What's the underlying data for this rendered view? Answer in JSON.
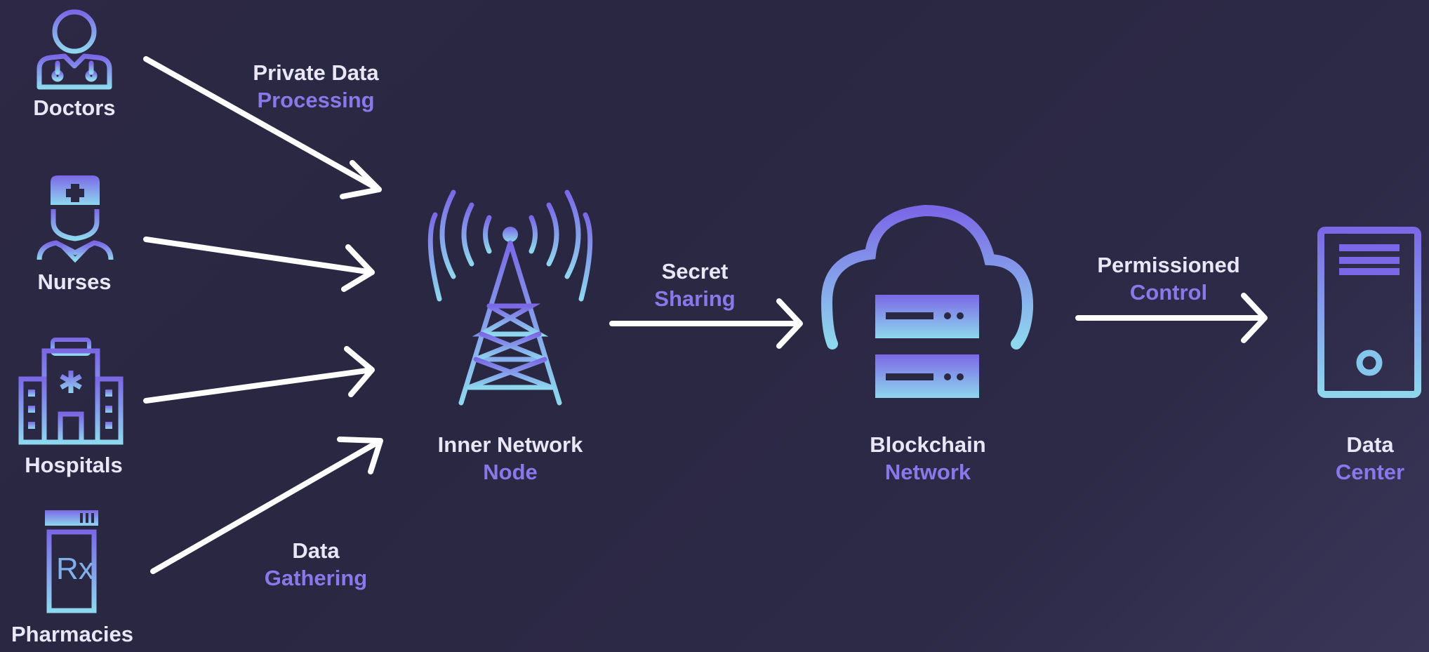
{
  "nodes": {
    "doctors": {
      "label": "Doctors",
      "icon": "doctor-icon"
    },
    "nurses": {
      "label": "Nurses",
      "icon": "nurse-icon"
    },
    "hospitals": {
      "label": "Hospitals",
      "icon": "hospital-icon"
    },
    "pharmacies": {
      "label": "Pharmacies",
      "icon": "pharmacy-bottle-icon",
      "rx_mark": "Rx"
    },
    "inner_node": {
      "line1": "Inner Network",
      "line2": "Node",
      "icon": "radio-tower-icon"
    },
    "blockchain": {
      "line1": "Blockchain",
      "line2": "Network",
      "icon": "cloud-server-icon"
    },
    "data_center": {
      "line1": "Data",
      "line2": "Center",
      "icon": "server-tower-icon"
    }
  },
  "edge_labels": {
    "private_processing": {
      "line1": "Private Data",
      "line2": "Processing"
    },
    "data_gathering": {
      "line1": "Data",
      "line2": "Gathering"
    },
    "secret_sharing": {
      "line1": "Secret",
      "line2": "Sharing"
    },
    "permissioned_control": {
      "line1": "Permissioned",
      "line2": "Control"
    }
  },
  "colors": {
    "background": "#2b2843",
    "text_white": "#e9e6f5",
    "accent_purple": "#8a78ea",
    "icon_gradient_top": "#7b68e6",
    "icon_gradient_bottom": "#8ed7ee",
    "arrow": "#ffffff"
  }
}
